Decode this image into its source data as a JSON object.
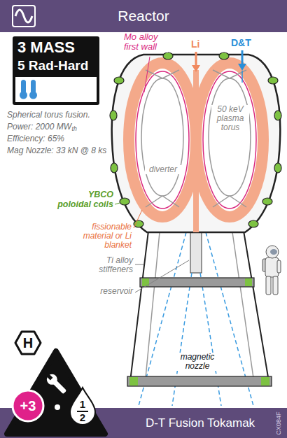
{
  "diagram": {
    "title": "Reactor",
    "nodes": [
      {
        "text": [
          "3 MASS",
          "5 Rad-Hard"
        ]
      },
      {
        "text": [
          "H"
        ]
      },
      {
        "text": [
          "+3"
        ]
      },
      {
        "text": [
          "1",
          "2"
        ]
      },
      {
        "text": [
          "D-T Fusion Tokamak"
        ]
      }
    ],
    "labels": [
      "Spherical torus fusion.",
      "Power: 2000 MW",
      "th",
      "Efficiency: 65%",
      "Mag Nozzle: 33 kN @ 8 ks",
      "Mo alloy first wall",
      "Li",
      "D&T",
      "50 keV plasma torus",
      "diverter",
      "YBCO poloidal coils",
      "fissionable material or Li blanket",
      "Ti alloy stiffeners",
      "reservoir",
      "magnetic nozzle",
      "CX084F"
    ]
  }
}
